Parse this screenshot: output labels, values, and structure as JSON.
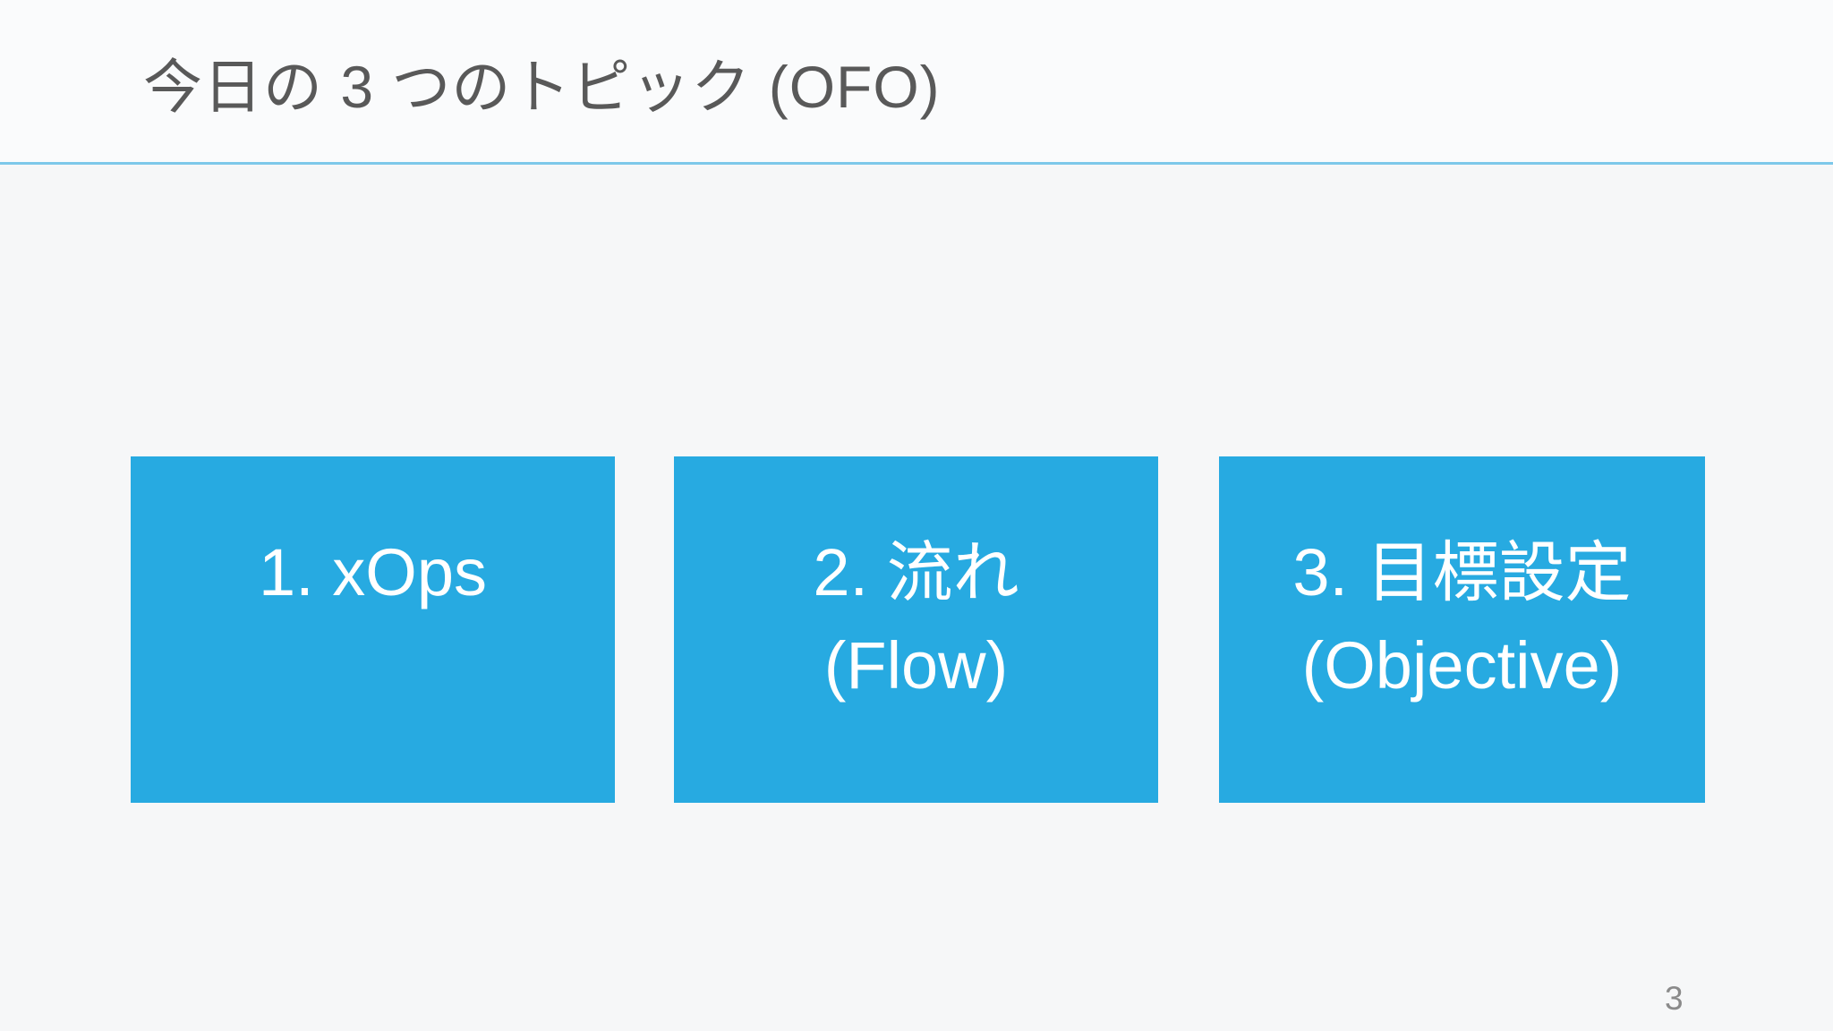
{
  "slide": {
    "title": "今日の 3 つのトピック (OFO)",
    "page_number": "3",
    "topics": [
      {
        "line1": "1. xOps",
        "line2": ""
      },
      {
        "line1": "2. 流れ",
        "line2": "(Flow)"
      },
      {
        "line1": "3. 目標設定",
        "line2": "(Objective)"
      }
    ],
    "colors": {
      "slide_background": "#f6f7f8",
      "header_background": "#fafbfc",
      "box_blue": "#27aae1",
      "box_text": "#ffffff",
      "title_gray": "#595959",
      "divider_blue": "#7dc8ea",
      "page_number_gray": "#8a8a8a"
    }
  }
}
